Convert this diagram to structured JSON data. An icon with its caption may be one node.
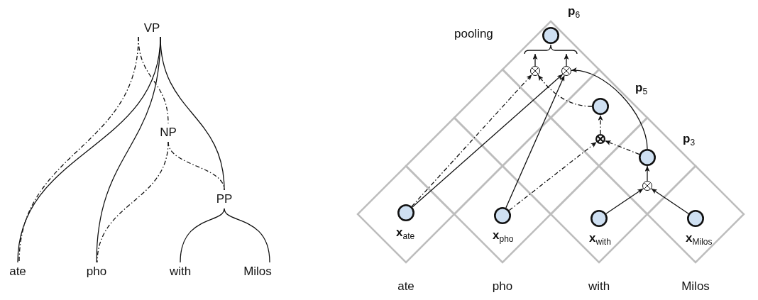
{
  "diagram": {
    "nodes": [
      {
        "text": [
          "VP"
        ]
      },
      {
        "text": [
          "NP"
        ]
      },
      {
        "text": [
          "PP"
        ]
      },
      {
        "text": [
          "ate"
        ]
      },
      {
        "text": [
          "pho"
        ]
      },
      {
        "text": [
          "with"
        ]
      },
      {
        "text": [
          "Milos"
        ]
      },
      {
        "text": [],
        "shape": "circle"
      },
      {
        "text": [],
        "shape": "brace"
      },
      {
        "text": [],
        "shape": "circle"
      },
      {
        "text": [],
        "shape": "circle"
      },
      {
        "text": [],
        "shape": "circle"
      },
      {
        "text": [],
        "shape": "circle"
      },
      {
        "text": [],
        "shape": "circle"
      },
      {
        "text": [],
        "shape": "circle"
      },
      {
        "text": [],
        "shape": "circle",
        "beside": [
          "**x**$_{ate}$"
        ]
      },
      {
        "text": [],
        "shape": "circle",
        "beside": [
          "**x**$_{pho}$"
        ]
      },
      {
        "text": [],
        "shape": "circle",
        "beside": [
          "**x**$_{with}$"
        ]
      },
      {
        "text": [],
        "shape": "circle",
        "beside": [
          "**x**$_{Milos}$"
        ]
      }
    ],
    "edges": [
      {
        "from": 0,
        "to": 3,
        "arrow": "none"
      },
      {
        "from": 0,
        "to": 3,
        "arrow": "none",
        "style": "dashed"
      },
      {
        "from": 0,
        "to": 4,
        "arrow": "none"
      },
      {
        "from": 0,
        "to": 1,
        "arrow": "none",
        "style": "dashed"
      },
      {
        "from": 0,
        "to": 2,
        "arrow": "none"
      },
      {
        "from": 1,
        "to": 4,
        "arrow": "none",
        "style": "dashed"
      },
      {
        "from": 1,
        "to": 2,
        "arrow": "none",
        "style": "dashed"
      },
      {
        "from": 2,
        "to": 5,
        "arrow": "none"
      },
      {
        "from": 2,
        "to": 6,
        "arrow": "none"
      },
      {
        "from": 17,
        "to": 14,
        "arrow": "to"
      },
      {
        "from": 18,
        "to": 14,
        "arrow": "to"
      },
      {
        "from": 14,
        "to": 13,
        "arrow": "to"
      },
      {
        "from": 13,
        "to": 12,
        "arrow": "to",
        "style": "dashed"
      },
      {
        "from": 16,
        "to": 12,
        "arrow": "to",
        "style": "dashed"
      },
      {
        "from": 12,
        "to": 11,
        "arrow": "to",
        "style": "dashed"
      },
      {
        "from": 11,
        "to": 9,
        "arrow": "to",
        "style": "dashed"
      },
      {
        "from": 15,
        "to": 9,
        "arrow": "to",
        "style": "dashed"
      },
      {
        "from": 15,
        "to": 10,
        "arrow": "to"
      },
      {
        "from": 16,
        "to": 10,
        "arrow": "to"
      },
      {
        "from": 13,
        "to": 10,
        "arrow": "to"
      },
      {
        "from": 9,
        "to": 8,
        "arrow": "to"
      },
      {
        "from": 10,
        "to": 8,
        "arrow": "to"
      }
    ],
    "labels": [
      "**p**$_{6}$",
      "pooling",
      "**p**$_{5}$",
      "**p**$_{3}$",
      "ate",
      "pho",
      "with",
      "Milos"
    ]
  }
}
